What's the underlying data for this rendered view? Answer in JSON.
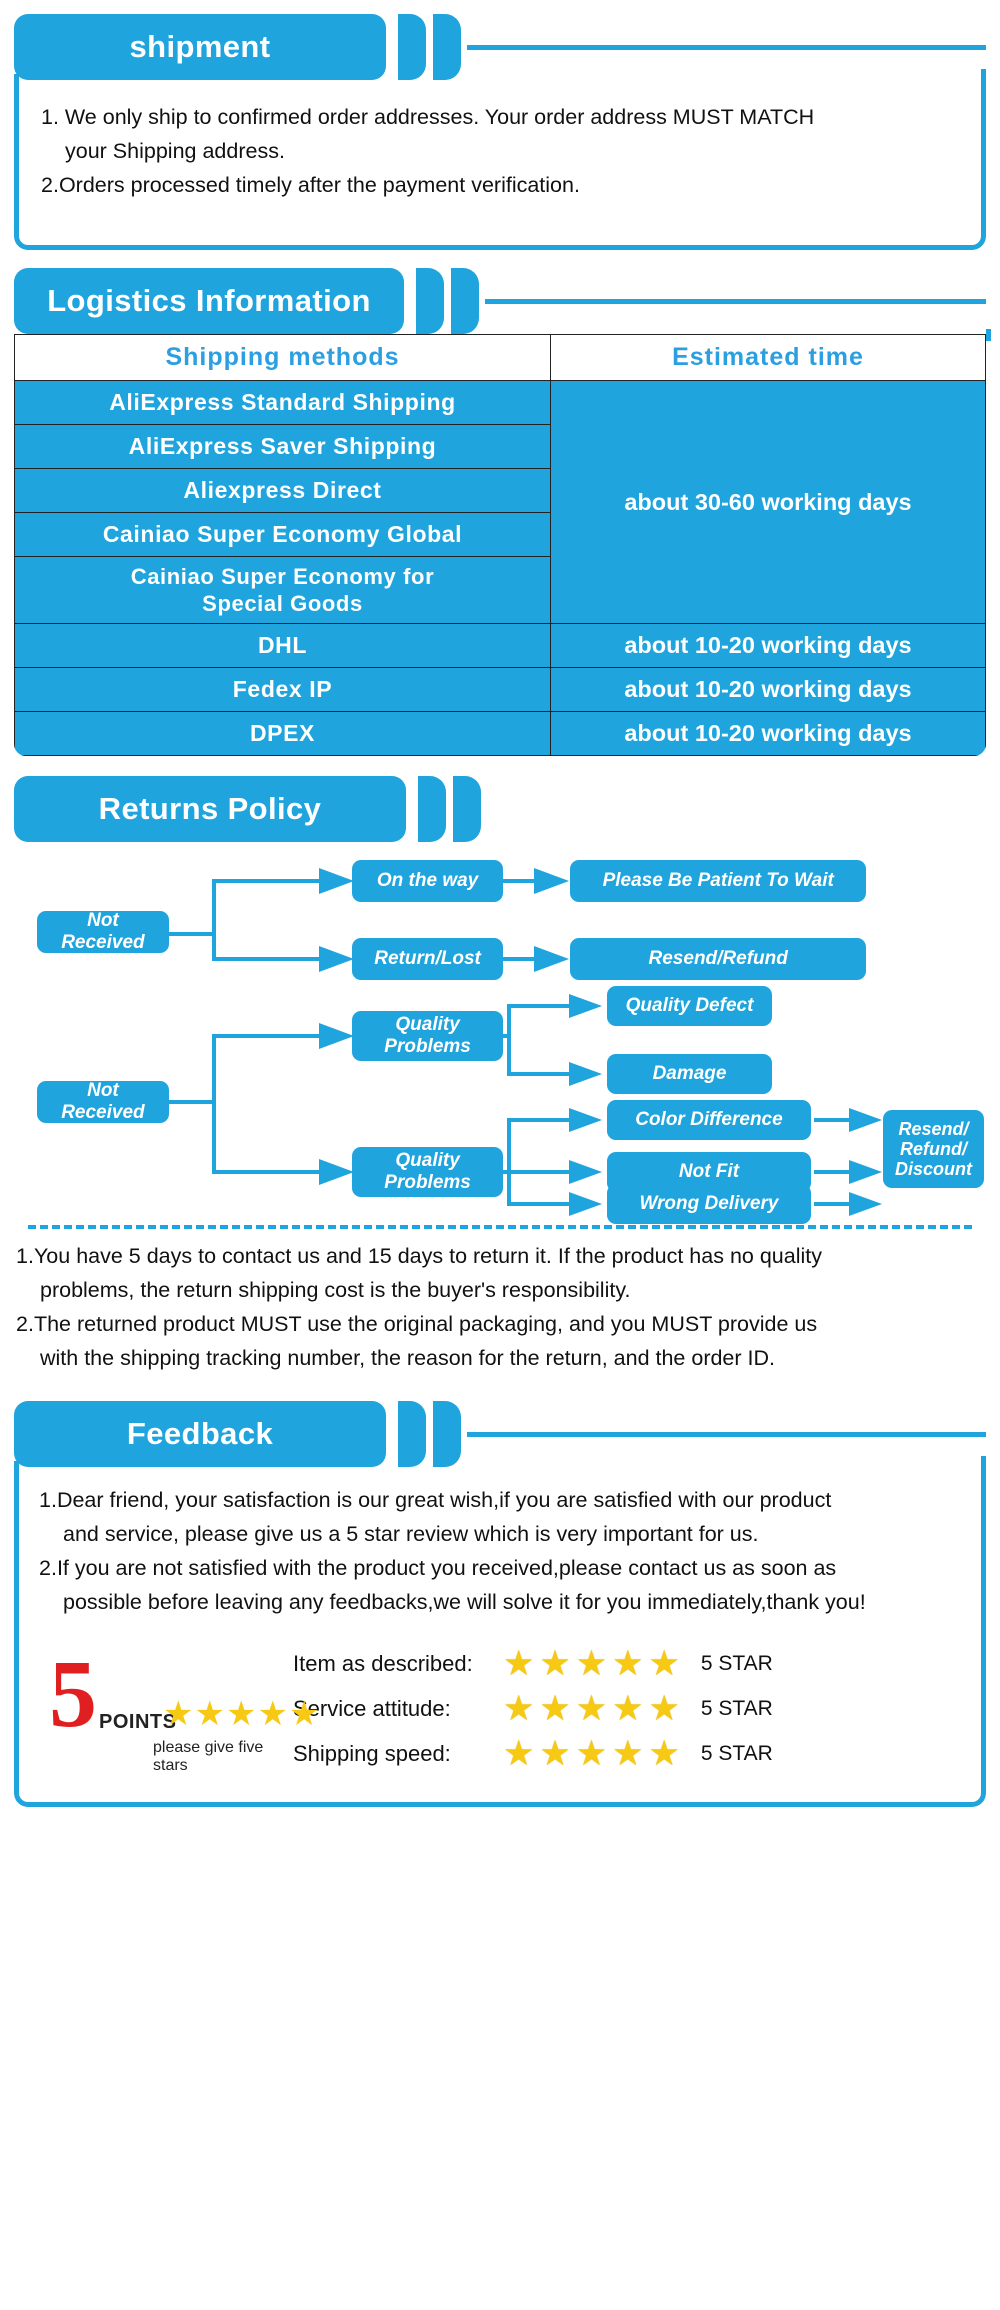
{
  "theme": {
    "accent": "#1fa4dd",
    "header_text": "#ffffff",
    "table_header_text": "#2b9fe0",
    "star": "#f6c915",
    "five_red": "#e02020"
  },
  "sections": {
    "shipment": {
      "title": "shipment",
      "lines": [
        {
          "num": "1. ",
          "text": "We only ship to confirmed order addresses. Your order address MUST MATCH"
        },
        {
          "num": "",
          "text": "your Shipping address."
        },
        {
          "num": "2.",
          "text": "Orders processed timely after the payment verification."
        }
      ]
    },
    "logistics": {
      "title": "Logistics Information",
      "columns": [
        "Shipping  methods",
        "Estimated  time"
      ],
      "rows": [
        {
          "method": "AliExpress  Standard  Shipping",
          "time": "about 30-60 working days",
          "group": "a"
        },
        {
          "method": "AliExpress  Saver  Shipping",
          "time": "",
          "group": "a"
        },
        {
          "method": "Aliexpress  Direct",
          "time": "",
          "group": "a"
        },
        {
          "method": "Cainiao  Super  Economy  Global",
          "time": "",
          "group": "a"
        },
        {
          "method": "Cainiao  Super  Economy  for\nSpecial  Goods",
          "time": "",
          "group": "a"
        },
        {
          "method": "DHL",
          "time": "about 10-20 working days",
          "group": "b"
        },
        {
          "method": "Fedex  IP",
          "time": "about 10-20 working days",
          "group": "c"
        },
        {
          "method": "DPEX",
          "time": "about 10-20 working days",
          "group": "d"
        }
      ]
    },
    "returns": {
      "title": "Returns Policy",
      "flow_top": {
        "source": "Not Received",
        "nodes": [
          "On the way",
          "Return/Lost"
        ],
        "results": [
          "Please Be Patient To Wait",
          "Resend/Refund"
        ]
      },
      "flow_bottom": {
        "source": "Not Received",
        "branch_upper": "Quality\nProblems",
        "branch_lower": "Quality\nProblems",
        "upper_items": [
          "Quality Defect",
          "Damage"
        ],
        "lower_items": [
          "Color Difference",
          "Not Fit",
          "Wrong Delivery"
        ],
        "final": "Resend/\nRefund/\nDiscount"
      },
      "notes": [
        {
          "num": "1.",
          "text": "You have 5 days to contact us and 15 days to return it. If the product has no quality"
        },
        {
          "num": "",
          "text": "problems, the return shipping cost is the buyer's responsibility."
        },
        {
          "num": "2.",
          "text": "The returned product MUST use the original packaging, and you MUST provide us"
        },
        {
          "num": "",
          "text": "with the shipping tracking number, the reason for the return, and the order ID."
        }
      ]
    },
    "feedback": {
      "title": "Feedback",
      "lines": [
        {
          "num": "1.",
          "text": "Dear friend, your satisfaction is our great wish,if you are satisfied with our product"
        },
        {
          "num": "",
          "text": "and service, please give us a 5 star review which is very important for us."
        },
        {
          "num": "2.",
          "text": "If you are not satisfied with the product you received,please contact us as soon as"
        },
        {
          "num": "",
          "text": "possible before leaving any feedbacks,we will solve it for you immediately,thank you!"
        }
      ],
      "logo": {
        "digit": "5",
        "word": "POINTS",
        "caption": "please give five stars",
        "stars": "★★★★★"
      },
      "ratings": [
        {
          "label": "Item as described:",
          "stars": "★★★★★",
          "tag": "5 STAR"
        },
        {
          "label": "Service attitude:",
          "stars": "★★★★★",
          "tag": "5 STAR"
        },
        {
          "label": "Shipping speed:",
          "stars": "★★★★★",
          "tag": "5 STAR"
        }
      ]
    }
  }
}
